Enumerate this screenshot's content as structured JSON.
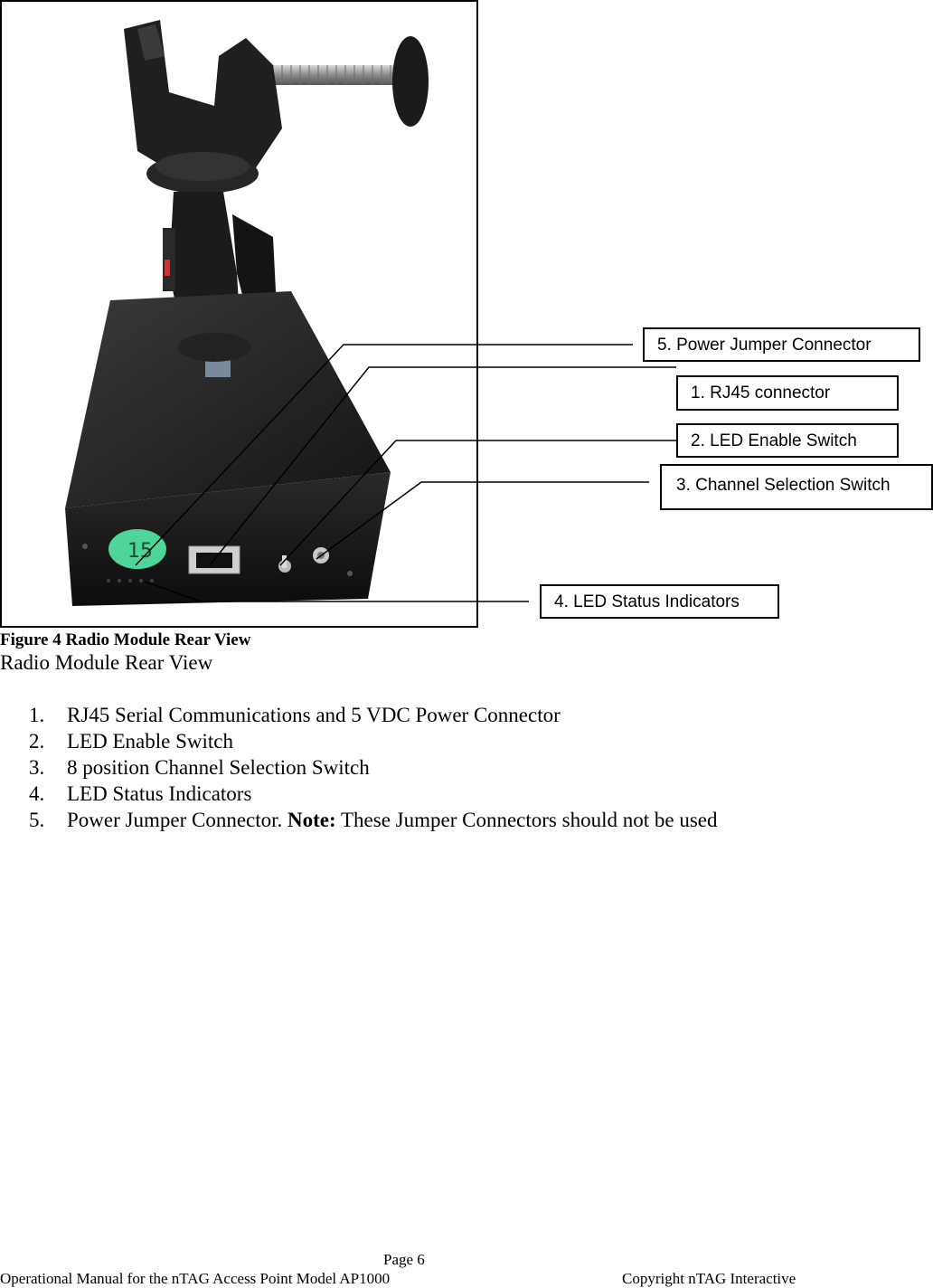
{
  "figure": {
    "photo_description_icon": "radio-module-photo",
    "callouts": [
      {
        "id": "power-jumper",
        "label": "5. Power Jumper Connector"
      },
      {
        "id": "rj45",
        "label": "1. RJ45 connector"
      },
      {
        "id": "led-enable",
        "label": "2. LED Enable Switch"
      },
      {
        "id": "channel-select",
        "label": "3. Channel Selection Switch"
      },
      {
        "id": "led-status",
        "label": "4. LED Status Indicators"
      }
    ],
    "sticker_text": "15",
    "caption_bold": "Figure 4 Radio Module Rear View",
    "caption": "Radio Module Rear View"
  },
  "items": [
    {
      "num": "1.",
      "text": "RJ45 Serial Communications and 5 VDC Power Connector"
    },
    {
      "num": "2.",
      "text": "LED Enable Switch"
    },
    {
      "num": "3.",
      "text": "8 position Channel Selection Switch"
    },
    {
      "num": "4.",
      "text": "LED Status Indicators"
    },
    {
      "num": "5.",
      "text": "Power Jumper Connector. ",
      "note_label": "Note:",
      "note_text": " These Jumper Connectors should not be used"
    }
  ],
  "footer": {
    "page": "Page 6",
    "left": "Operational Manual for the nTAG Access Point Model AP1000",
    "right": "Copyright nTAG Interactive"
  },
  "colors": {
    "device_body": "#141414",
    "sticker": "#4fd49a",
    "background": "#ffffff"
  }
}
